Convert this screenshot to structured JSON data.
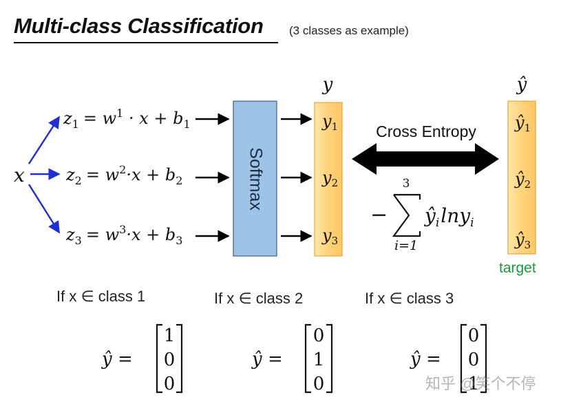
{
  "title": "Multi-class Classification",
  "subtitle": "(3 classes as example)",
  "input_var": "x",
  "equations": [
    {
      "z": "z",
      "sub": "1",
      "rhs_w": "= w",
      "sup": "1",
      "rhs_mid": " · x + b",
      "bsub": "1"
    },
    {
      "z": "z",
      "sub": "2",
      "rhs_w": "= w",
      "sup": "2",
      "rhs_mid": "·x + b",
      "bsub": "2"
    },
    {
      "z": "z",
      "sub": "3",
      "rhs_w": "= w",
      "sup": "3",
      "rhs_mid": "·x + b",
      "bsub": "3"
    }
  ],
  "softmax_label": "Softmax",
  "output": {
    "header": "y",
    "items": [
      {
        "base": "y",
        "sub": "1"
      },
      {
        "base": "y",
        "sub": "2"
      },
      {
        "base": "y",
        "sub": "3"
      }
    ]
  },
  "target": {
    "header": "ŷ",
    "items": [
      {
        "base": "ŷ",
        "sub": "1"
      },
      {
        "base": "ŷ",
        "sub": "2"
      },
      {
        "base": "ŷ",
        "sub": "3"
      }
    ],
    "label": "target"
  },
  "loss": {
    "label": "Cross Entropy",
    "minus": "−",
    "sum_upper": "3",
    "sum_lower": "i=1",
    "term_hat": "ŷ",
    "term_sub": "i",
    "term_ln": "lny",
    "term_sub2": "i"
  },
  "conditions": [
    {
      "label": "If x ∈ class 1",
      "yhat": "ŷ =",
      "vector": [
        "1",
        "0",
        "0"
      ]
    },
    {
      "label": "If x ∈ class 2",
      "yhat": "ŷ =",
      "vector": [
        "0",
        "1",
        "0"
      ]
    },
    {
      "label": "If x ∈ class 3",
      "yhat": "ŷ =",
      "vector": [
        "0",
        "0",
        "1"
      ]
    }
  ],
  "watermark": "知乎 @笑个不停",
  "colors": {
    "arrow_blue": "#1f2fd6",
    "softmax_fill": "#9dc3e6",
    "softmax_stroke": "#3c5f8a",
    "box_fill_top": "#fff2cc",
    "box_fill_bottom": "#ffc766",
    "box_stroke": "#e6a53a",
    "target_green": "#1a9b3c"
  }
}
